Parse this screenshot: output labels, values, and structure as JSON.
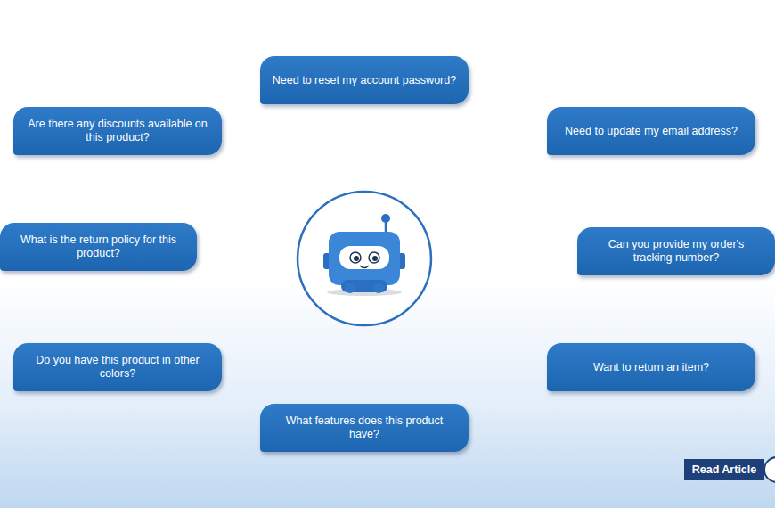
{
  "diagram": {
    "nodes": [
      {
        "text": [
          "Need to reset my account password?"
        ]
      },
      {
        "text": [
          "Are there any discounts available on this product?"
        ]
      },
      {
        "text": [
          "Need to update my email address?"
        ]
      },
      {
        "text": [
          "What is the return policy for this product?"
        ]
      },
      {
        "text": [
          "Can you provide my order's tracking number?"
        ]
      },
      {
        "text": [
          "Do you have this product in other colors?"
        ]
      },
      {
        "text": [
          "Want to return an item?"
        ]
      },
      {
        "text": [
          "What features does this product have?"
        ]
      },
      {
        "text": [
          "Read Article"
        ]
      }
    ]
  }
}
